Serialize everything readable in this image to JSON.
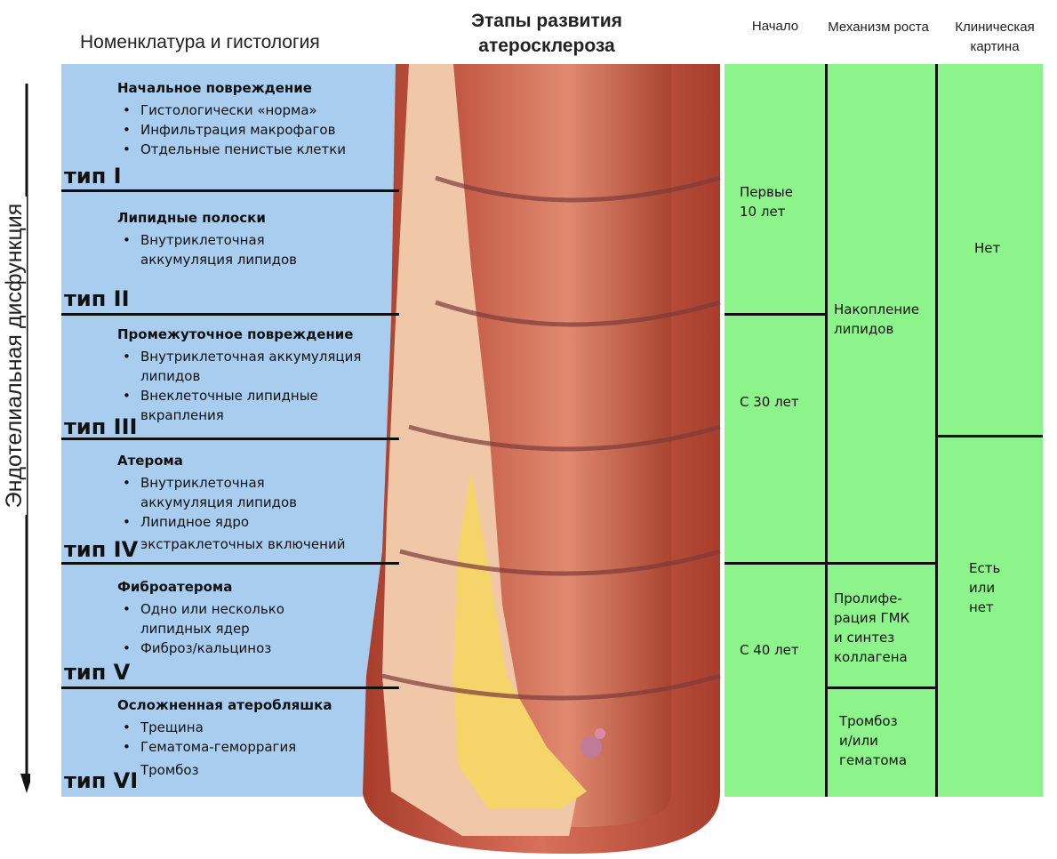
{
  "header": {
    "nomenclature": "Номенклатура и гистология",
    "main_title": "Этапы развития атеросклероза",
    "onset": "Начало",
    "mechanism": "Механизм роста",
    "clinical": "Клиническая картина"
  },
  "side_label": "Эндотелиальная дисфункция",
  "stages": [
    {
      "type": "тип I",
      "title": "Начальное повреждение",
      "items": [
        "Гистологически «норма»",
        "Инфильтрация макрофагов",
        "Отдельные пенистые клетки"
      ]
    },
    {
      "type": "тип II",
      "title": "Липидные полоски",
      "items": [
        "Внутриклеточная",
        "аккумуляция липидов"
      ]
    },
    {
      "type": "тип III",
      "title": "Промежуточное  повреждение",
      "items": [
        "Внутриклеточная аккумуляция",
        "липидов",
        "Внеклеточные липидные",
        "вкрапления"
      ]
    },
    {
      "type": "тип IV",
      "title": "Атерома",
      "items": [
        "Внутриклеточная",
        "аккумуляция липидов",
        "Липидное ядро",
        "экстраклеточных включений"
      ]
    },
    {
      "type": "тип V",
      "title": "Фиброатерома",
      "items": [
        "Одно или несколько",
        "липидных ядер",
        "Фиброз/кальциноз"
      ]
    },
    {
      "type": "тип VI",
      "title": "Осложненная атеробляшка",
      "items": [
        "Трещина",
        "Гематома-геморрагия",
        "Тромбоз"
      ]
    }
  ],
  "onset": [
    "Первые 10 лет",
    "С 30 лет",
    "С 40 лет"
  ],
  "onset_lines": [
    [
      "Первые",
      "10 лет"
    ],
    [
      "С 30 лет"
    ],
    [
      "С 40 лет"
    ]
  ],
  "mechanism": [
    [
      "Накопление",
      "липидов"
    ],
    [
      "Пролифе-",
      "рация ГМК",
      "и синтез",
      "коллагена"
    ],
    [
      "Тромбоз",
      "и/или",
      "гематома"
    ]
  ],
  "clinical": [
    [
      "Нет"
    ],
    [
      "Есть",
      "или",
      "нет"
    ]
  ],
  "colors": {
    "histology_bg": "#a9cdef",
    "table_bg": "#8cf48a",
    "artery_wall": "#c8553f",
    "lumen": "#b94a35",
    "lipid_core": "#f5d46a",
    "plaque": "#f0c8a8"
  }
}
